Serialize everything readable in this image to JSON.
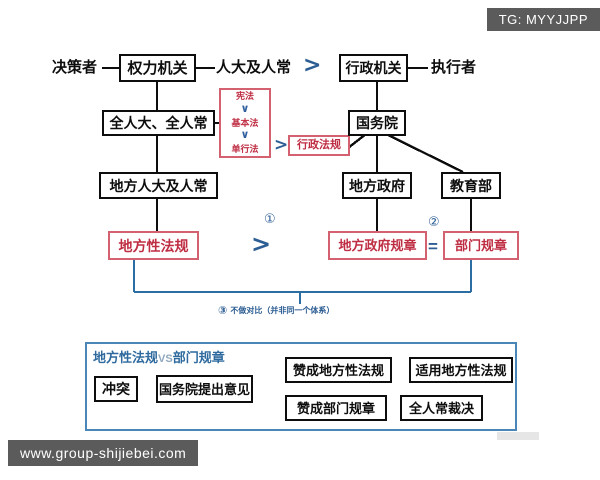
{
  "watermarks": {
    "tg_tag": "TG: MYYJJPP",
    "site_tag": "www.group-shijiebei.com"
  },
  "colors": {
    "black_box_border": "#0d0d0d",
    "red_box_border": "#d4616f",
    "red_text": "#bf2d43",
    "blue_line": "#2c5d93",
    "panel_border": "#4a87b8",
    "panel_title": "#2e6a9e"
  },
  "top_left_branch": {
    "role_label": "决策者",
    "organ_box": "权力机关",
    "organ_alias": "人大及人常",
    "national_box": "全人大、全人常",
    "local_box": "地方人大及人常",
    "local_regulation_box": "地方性法规"
  },
  "law_stack": {
    "items": [
      "宪法",
      "基本法",
      "单行法"
    ],
    "chevron": "∨"
  },
  "top_right_branch": {
    "organ_box": "行政机关",
    "role_label": "执行者",
    "state_council_box": "国务院",
    "local_government_box": "地方政府",
    "education_ministry_box": "教育部",
    "admin_regulation_box": "行政法规",
    "local_gov_rule_box": "地方政府规章",
    "department_rule_box": "部门规章"
  },
  "markers": {
    "chevron_top": ">",
    "chevron_admin": ">",
    "chevron_one": ">",
    "equals": "=",
    "circle_one": "①",
    "circle_two": "②",
    "circle_three": "③",
    "note_three_text": "不做对比（并非同一个体系）"
  },
  "bottom_panel": {
    "title_main_left": "地方性法规",
    "title_vs": "VS",
    "title_main_right": "部门规章",
    "conflict_box": "冲突",
    "state_council_opinion_box": "国务院提出意见",
    "branch_upper": "赞成地方性法规",
    "branch_upper_result": "适用地方性法规",
    "branch_lower": "赞成部门规章",
    "branch_lower_result": "全人常裁决"
  }
}
